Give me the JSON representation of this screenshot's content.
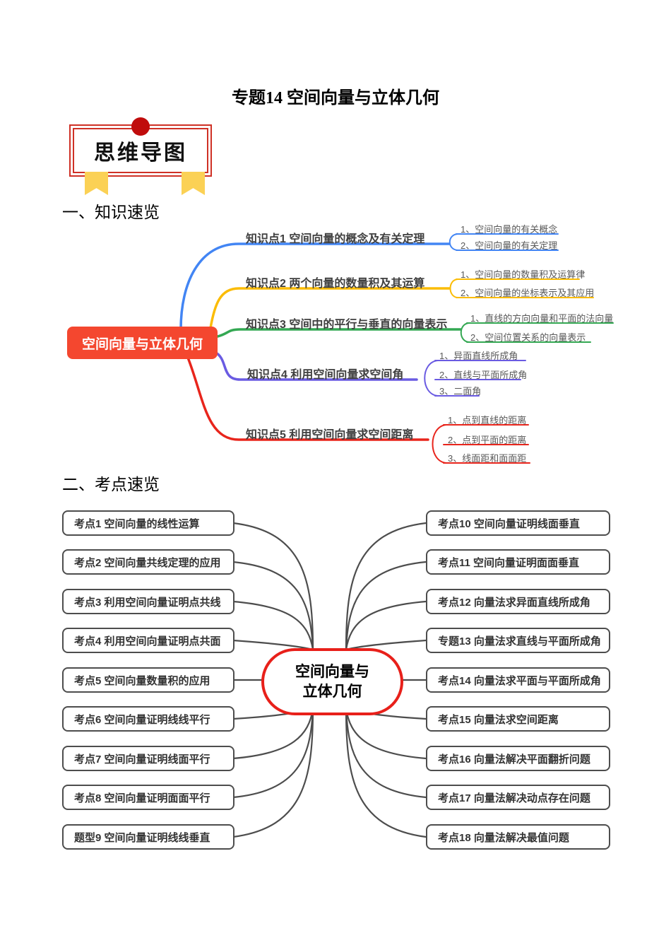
{
  "page": {
    "title": "专题14 空间向量与立体几何",
    "badge": "思维导图",
    "section1": "一、知识速览",
    "section2": "二、考点速览"
  },
  "colors": {
    "badge_border_red": "#CF3126",
    "badge_dot_red": "#C00C0C",
    "ribbon_yellow": "#FBD155",
    "map1_center_bg": "#F4472F",
    "branch_blue": "#4285F4",
    "branch_yellow": "#FBBC05",
    "branch_green": "#34A853",
    "branch_purple": "#6A5BE2",
    "branch_red": "#E8251C",
    "map2_line_gray": "#4D4D4D",
    "map2_center_border": "#E8201A"
  },
  "map1": {
    "center": "空间向量与立体几何",
    "branches": [
      {
        "label": "知识点1 空间向量的概念及有关定理",
        "color": "#4285F4",
        "children": [
          "1、空间向量的有关概念",
          "2、空间向量的有关定理"
        ]
      },
      {
        "label": "知识点2 两个向量的数量积及其运算",
        "color": "#FBBC05",
        "children": [
          "1、空间向量的数量积及运算律",
          "2、空间向量的坐标表示及其应用"
        ]
      },
      {
        "label": "知识点3 空间中的平行与垂直的向量表示",
        "color": "#34A853",
        "children": [
          "1、直线的方向向量和平面的法向量",
          "2、空间位置关系的向量表示"
        ]
      },
      {
        "label": "知识点4 利用空间向量求空间角",
        "color": "#6A5BE2",
        "children": [
          "1、异面直线所成角",
          "2、直线与平面所成角",
          "3、二面角"
        ]
      },
      {
        "label": "知识点5 利用空间向量求空间距离",
        "color": "#E8251C",
        "children": [
          "1、点到直线的距离",
          "2、点到平面的距离",
          "3、线面距和面面距"
        ]
      }
    ]
  },
  "map2": {
    "center_line1": "空间向量与",
    "center_line2": "立体几何",
    "left": [
      "考点1 空间向量的线性运算",
      "考点2 空间向量共线定理的应用",
      "考点3 利用空间向量证明点共线",
      "考点4 利用空间向量证明点共面",
      "考点5 空间向量数量积的应用",
      "考点6 空间向量证明线线平行",
      "考点7 空间向量证明线面平行",
      "考点8 空间向量证明面面平行",
      "题型9 空间向量证明线线垂直"
    ],
    "right": [
      "考点10 空间向量证明线面垂直",
      "考点11 空间向量证明面面垂直",
      "考点12 向量法求异面直线所成角",
      "专题13 向量法求直线与平面所成角",
      "考点14 向量法求平面与平面所成角",
      "考点15 向量法求空间距离",
      "考点16 向量法解决平面翻折问题",
      "考点17 向量法解决动点存在问题",
      "考点18 向量法解决最值问题"
    ]
  }
}
